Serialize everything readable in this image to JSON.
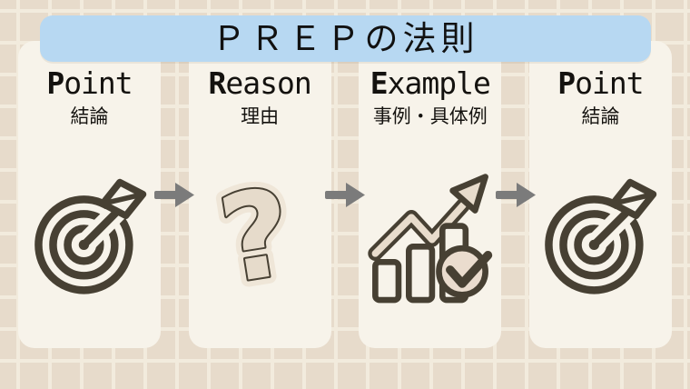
{
  "title_banner": {
    "label": "ＰＲＥＰの法則"
  },
  "cards": [
    {
      "name": "point-1",
      "title_lead": "P",
      "title_rest": "oint",
      "subtitle": "結論",
      "icon": "target-arrow-icon"
    },
    {
      "name": "reason",
      "title_lead": "R",
      "title_rest": "eason",
      "subtitle": "理由",
      "icon": "question-mark-icon"
    },
    {
      "name": "example",
      "title_lead": "E",
      "title_rest": "xample",
      "subtitle": "事例・具体例",
      "icon": "bar-chart-check-icon"
    },
    {
      "name": "point-2",
      "title_lead": "P",
      "title_rest": "oint",
      "subtitle": "結論",
      "icon": "target-arrow-icon"
    }
  ],
  "icons": {
    "question_glyph": "?"
  },
  "flow": {
    "arrow_count": 3,
    "direction": "right"
  },
  "colors": {
    "background_tile": "#e7dbcb",
    "background_grout": "#f2ebdd",
    "card": "#f7f3ea",
    "banner_blue": "#b7d8f2",
    "icon_dark": "#474033",
    "arrow_gray": "#7b7b7b",
    "beige_fill": "#e8dccc",
    "text": "#111111"
  }
}
